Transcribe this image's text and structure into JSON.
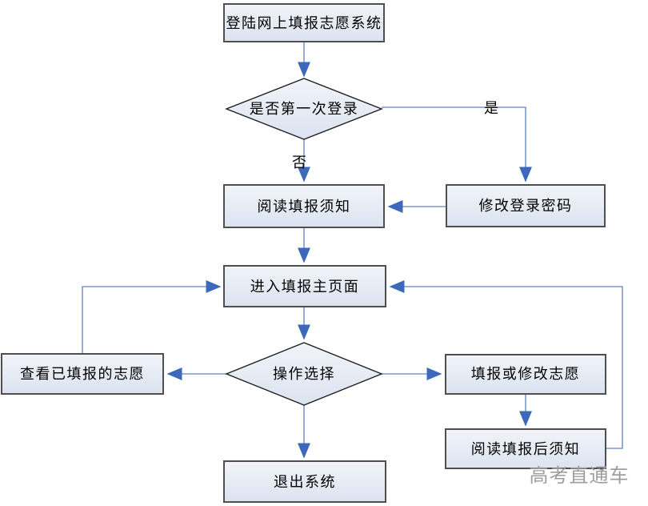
{
  "diagram": {
    "type": "flowchart",
    "language": "zh-CN",
    "nodes": {
      "login": {
        "type": "process",
        "label": "登陆网上填报志愿系统"
      },
      "first_login": {
        "type": "decision",
        "label": "是否第一次登录"
      },
      "change_password": {
        "type": "process",
        "label": "修改登录密码"
      },
      "read_notice": {
        "type": "process",
        "label": "阅读填报须知"
      },
      "main_page": {
        "type": "process",
        "label": "进入填报主页面"
      },
      "operation": {
        "type": "decision",
        "label": "操作选择"
      },
      "view_filled": {
        "type": "process",
        "label": "查看已填报的志愿"
      },
      "fill_modify": {
        "type": "process",
        "label": "填报或修改志愿"
      },
      "after_notice": {
        "type": "process",
        "label": "阅读填报后须知"
      },
      "exit": {
        "type": "process",
        "label": "退出系统"
      }
    },
    "edges": [
      {
        "from": "login",
        "to": "first_login",
        "label": ""
      },
      {
        "from": "first_login",
        "to": "change_password",
        "label": "是"
      },
      {
        "from": "first_login",
        "to": "read_notice",
        "label": "否"
      },
      {
        "from": "change_password",
        "to": "read_notice",
        "label": ""
      },
      {
        "from": "read_notice",
        "to": "main_page",
        "label": ""
      },
      {
        "from": "main_page",
        "to": "operation",
        "label": ""
      },
      {
        "from": "operation",
        "to": "view_filled",
        "label": ""
      },
      {
        "from": "view_filled",
        "to": "main_page",
        "label": ""
      },
      {
        "from": "operation",
        "to": "fill_modify",
        "label": ""
      },
      {
        "from": "fill_modify",
        "to": "after_notice",
        "label": ""
      },
      {
        "from": "after_notice",
        "to": "main_page",
        "label": ""
      },
      {
        "from": "operation",
        "to": "exit",
        "label": ""
      }
    ],
    "watermark": "高考直通车",
    "colors": {
      "node_fill_top": "#f1f4f9",
      "node_fill_bottom": "#dce3f0",
      "node_border": "#4f4f4f",
      "diamond_border": "#1f1f1f",
      "arrow_line": "#7b97ce",
      "arrow_head": "#3c69bb",
      "watermark": "#9e9e9e"
    }
  }
}
